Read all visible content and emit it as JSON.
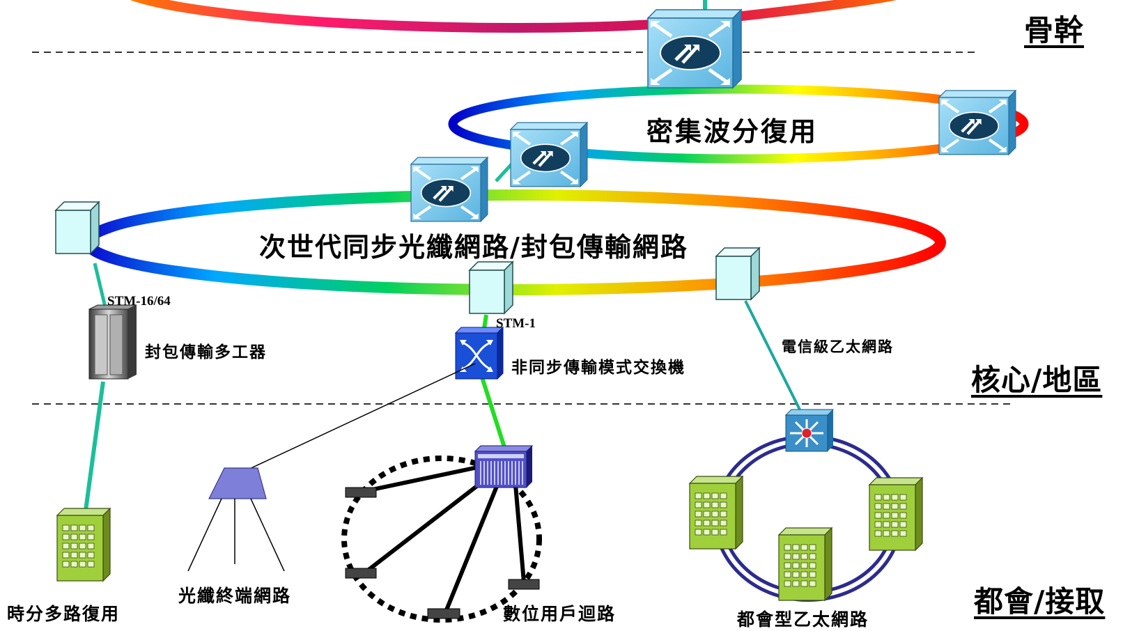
{
  "layers": {
    "backbone": "骨幹",
    "core": "核心/地區",
    "metro": "都會/接取"
  },
  "rings": {
    "dwdm": "密集波分復用",
    "ngsdh": "次世代同步光纖網路/封包傳輸網路"
  },
  "links": {
    "stm16": "STM-16/64",
    "stm1": "STM-1",
    "carrier_eth": "電信級乙太網路"
  },
  "devices": {
    "ptn_mux": "封包傳輸多工器",
    "atm_switch": "非同步傳輸模式交換機"
  },
  "access": {
    "tdm": "時分多路復用",
    "pon": "光纖終端網路",
    "dsl": "數位用戶迴路",
    "metro_eth": "都會型乙太網路"
  },
  "colors": {
    "router_blue": "#3a8fc9",
    "router_light": "#8fd0f0",
    "adm_cyan": "#d8fafa",
    "link_teal": "#1bbf9a",
    "link_green": "#22dd22",
    "building_green": "#9acd32",
    "atm_blue": "#1a4fd8",
    "eth_ring": "#2b2b8f"
  }
}
